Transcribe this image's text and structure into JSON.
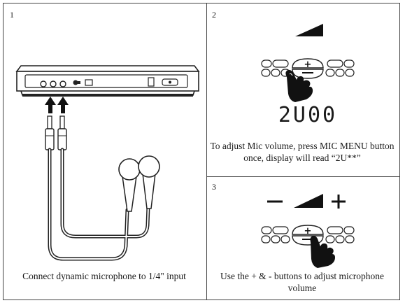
{
  "panels": [
    {
      "number": "1",
      "caption": "Connect dynamic microphone to 1/4\" input"
    },
    {
      "number": "2",
      "display_text": "2U00",
      "caption": "To adjust Mic volume, press MIC MENU button once, display will read “2U**”"
    },
    {
      "number": "3",
      "minus_symbol": "−",
      "plus_symbol": "+",
      "caption": "Use the + & - buttons to adjust microphone volume"
    }
  ],
  "icons": [
    "volume-ramp-icon",
    "pressing-hand-icon",
    "microphone-icon",
    "plug-icon",
    "arrow-up-icon",
    "plus-button-icon",
    "minus-button-icon"
  ]
}
